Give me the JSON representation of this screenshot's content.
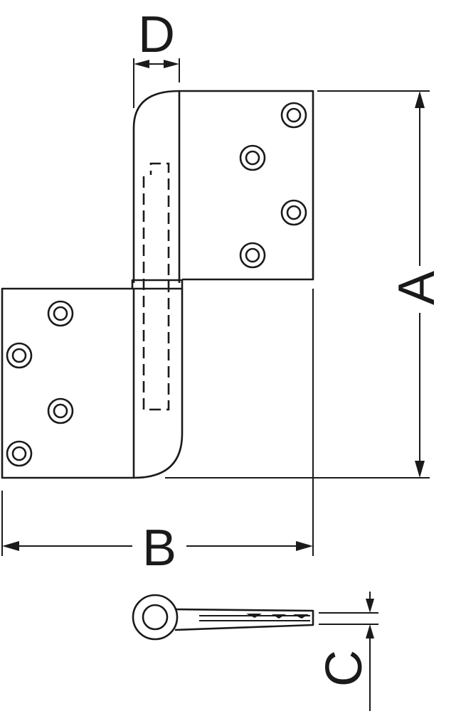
{
  "labels": {
    "height": "A",
    "width": "B",
    "thickness": "C",
    "knuckle": "D"
  }
}
